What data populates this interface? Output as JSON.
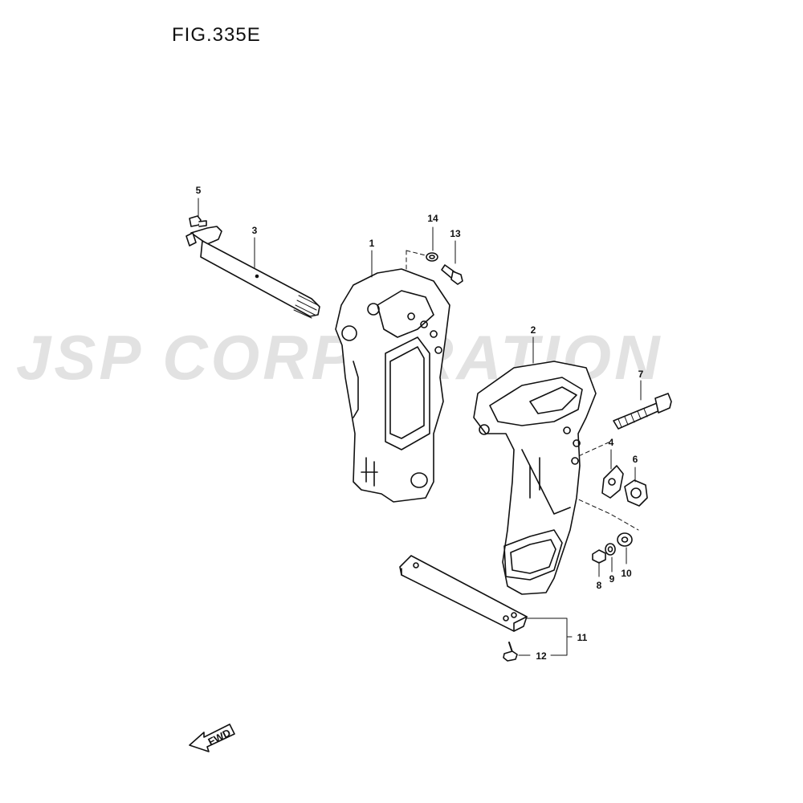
{
  "figure": {
    "title": "FIG.335E",
    "watermark": "JSP CORPORATION",
    "fwd_label": "FWD"
  },
  "callouts": [
    {
      "key": "p1",
      "text": "1"
    },
    {
      "key": "p2",
      "text": "2"
    },
    {
      "key": "p3",
      "text": "3"
    },
    {
      "key": "p4",
      "text": "4"
    },
    {
      "key": "p5",
      "text": "5"
    },
    {
      "key": "p6",
      "text": "6"
    },
    {
      "key": "p7",
      "text": "7"
    },
    {
      "key": "p8",
      "text": "8"
    },
    {
      "key": "p9",
      "text": "9"
    },
    {
      "key": "p10",
      "text": "10"
    },
    {
      "key": "p11",
      "text": "11"
    },
    {
      "key": "p12",
      "text": "12"
    },
    {
      "key": "p13",
      "text": "13"
    },
    {
      "key": "p14",
      "text": "14"
    }
  ]
}
